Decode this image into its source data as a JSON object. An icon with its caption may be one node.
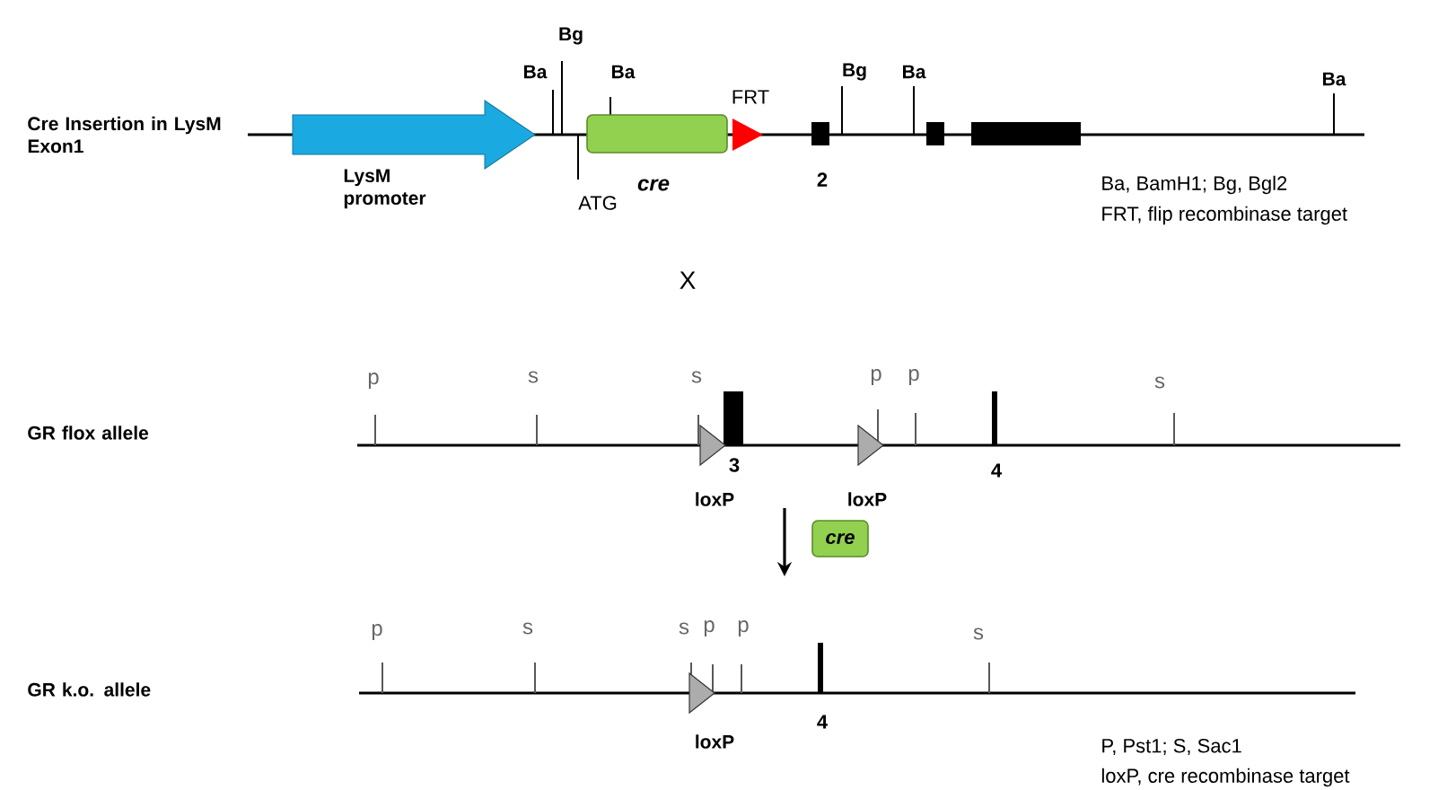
{
  "diagram": {
    "nodes": [
      {
        "text": [
          "LysM promoter"
        ]
      },
      {
        "text": [
          "cre"
        ]
      },
      {
        "text": [
          "cre"
        ]
      }
    ],
    "labels": [
      "Cre Insertion in LysM Exon1",
      "Bg",
      "Ba",
      "Ba",
      "FRT",
      "Bg",
      "Ba",
      "Ba",
      "ATG",
      "2",
      "Ba, BamH1; Bg, Bgl2",
      "FRT, flip recombinase target",
      "X",
      "p",
      "s",
      "s",
      "p",
      "p",
      "s",
      "GR flox allele",
      "3",
      "4",
      "loxP",
      "loxP",
      "p",
      "s",
      "s",
      "p",
      "p",
      "s",
      "GR k.o. allele",
      "4",
      "loxP",
      "P, Pst1; S, Sac1",
      "loxP, cre recombinase target"
    ]
  }
}
